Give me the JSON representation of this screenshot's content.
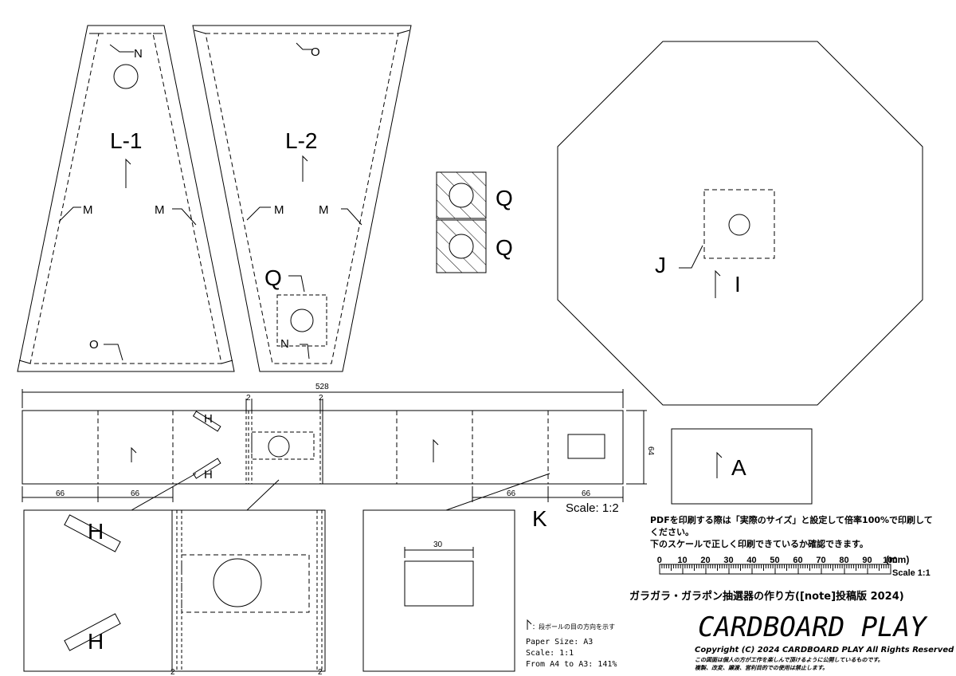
{
  "labels": {
    "l1": "L-1",
    "l2": "L-2",
    "n": "N",
    "o": "O",
    "m": "M",
    "q": "Q",
    "j": "J",
    "i": "I",
    "h": "H",
    "a": "A",
    "k": "K"
  },
  "dimensions": {
    "total_width": "528",
    "gap": "2",
    "height": "64",
    "seg": "66",
    "window_width": "30"
  },
  "scale_main": "Scale: 1:2",
  "print_note": {
    "line1": "PDFを印刷する際は「実際のサイズ」と設定して倍率100%で印刷して",
    "line2": "ください。",
    "line3": "下のスケールで正しく印刷できているか確認できます。"
  },
  "ruler": {
    "ticks": [
      "0",
      "10",
      "20",
      "30",
      "40",
      "50",
      "60",
      "70",
      "80",
      "90",
      "100"
    ],
    "unit": "(mm)",
    "scale_label": "Scale 1:1"
  },
  "project_title": "ガラガラ・ガラポン抽選器の作り方([note]投稿版 2024)",
  "legend_grain": "：段ボールの目の方向を示す",
  "paper": {
    "size": "Paper Size: A3",
    "scale": "Scale: 1:1",
    "conversion": "From A4 to A3: 141%"
  },
  "brand": "CARDBOARD PLAY",
  "copyright": "Copyright (C) 2024 CARDBOARD PLAY All Rights Reserved",
  "notice1": "この図面は個人の方が工作を楽しんで頂けるように公開しているものです。",
  "notice2": "複製、改変、譲渡、営利目的での使用は禁止します。"
}
